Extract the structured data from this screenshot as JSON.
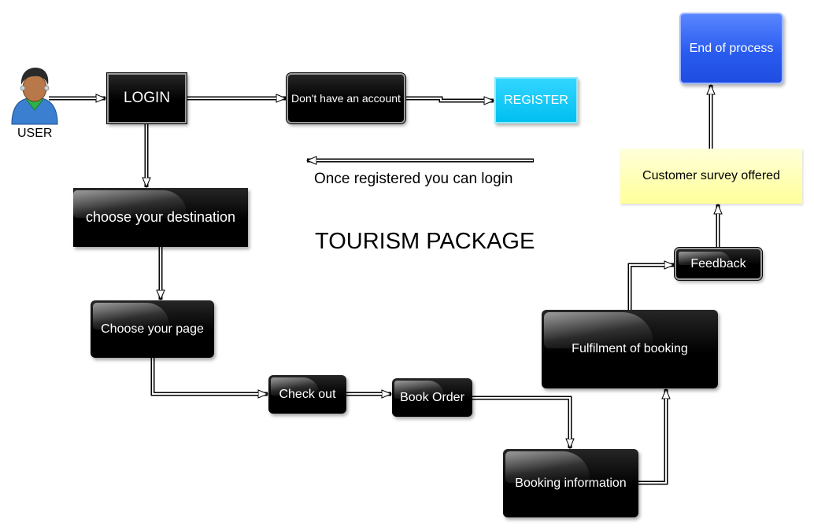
{
  "diagram": {
    "title": "TOURISM PACKAGE",
    "actor": {
      "label": "USER",
      "icon": "user-avatar-icon"
    },
    "nodes": {
      "login": "LOGIN",
      "no_account": "Don't have an account",
      "register": "REGISTER",
      "destination": "choose your destination",
      "page": "Choose your page",
      "checkout": "Check out",
      "book_order": "Book Order",
      "booking_info": "Booking information",
      "fulfilment": "Fulfilment of booking",
      "feedback": "Feedback",
      "survey": "Customer survey offered",
      "end": "End of process"
    },
    "annotation": "Once registered you can login",
    "colors": {
      "node": "#000000",
      "register": "#00bff0",
      "end": "#2a5cf0",
      "survey": "#ffff9a"
    }
  }
}
